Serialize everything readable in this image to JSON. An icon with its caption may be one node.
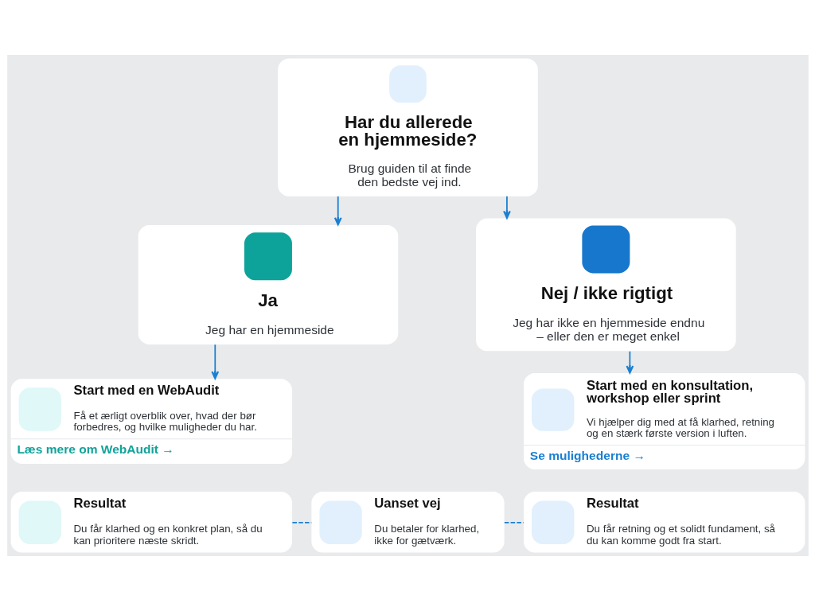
{
  "diagram": {
    "nodes": [
      {
        "text": [
          "Har du allerede en hjemmeside?",
          "Brug guiden til at finde den bedste vej ind."
        ]
      },
      {
        "text": [
          "Ja",
          "Jeg har en hjemmeside"
        ]
      },
      {
        "text": [
          "Nej / ikke rigtigt",
          "Jeg har ikke en hjemmeside endnu – eller den er meget enkel"
        ]
      },
      {
        "text": [
          "Start med en WebAudit",
          "Få et ærligt overblik over, hvad der bør forbedres, og hvilke muligheder du har.",
          "Læs mere om WebAudit →"
        ]
      },
      {
        "text": [
          "Start med en konsultation, workshop eller sprint",
          "Vi hjælper dig med at få klarhed, retning og en stærk første version i luften.",
          "Se mulighederne →"
        ]
      },
      {
        "text": [
          "Resultat",
          "Du får klarhed og en konkret plan, så du kan prioritere næste skridt."
        ]
      },
      {
        "text": [
          "Uanset vej",
          "Du betaler for klarhed, ikke for gætværk."
        ]
      },
      {
        "text": [
          "Resultat",
          "Du får retning og et solidt fundament, så du kan komme godt fra start."
        ]
      }
    ],
    "edges": [
      {
        "from": 0,
        "to": 1,
        "arrow": "to"
      },
      {
        "from": 0,
        "to": 2,
        "arrow": "to"
      },
      {
        "from": 1,
        "to": 3,
        "arrow": "to"
      },
      {
        "from": 2,
        "to": 4,
        "arrow": "to"
      },
      {
        "from": 5,
        "to": 6,
        "arrow": "none",
        "style": "dashed"
      },
      {
        "from": 6,
        "to": 7,
        "arrow": "none",
        "style": "dashed"
      }
    ]
  }
}
